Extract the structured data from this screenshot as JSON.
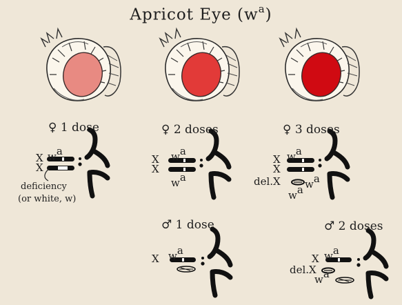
{
  "title": {
    "text": "Apricot Eye (w",
    "superscript": "a",
    "close": ")"
  },
  "eye_colors": [
    "#e88a82",
    "#e23a38",
    "#d00a12"
  ],
  "panels": [
    {
      "dose_label": "♀ 1 dose",
      "chromosomes": [
        "X",
        "X"
      ],
      "alleles": [
        "w",
        "a"
      ],
      "note": [
        "deficiency",
        "(or white, w)"
      ]
    },
    {
      "dose_label": "♀ 2 doses",
      "chromosomes": [
        "X",
        "X"
      ],
      "alleles_top": [
        "w",
        "a"
      ],
      "alleles_bottom": [
        "w",
        "a"
      ]
    },
    {
      "dose_label": "♀ 3 doses",
      "chromosomes": [
        "X",
        "X",
        "del.X"
      ],
      "alleles_top": [
        "w",
        "a"
      ],
      "alleles_mid": [
        "w",
        "a"
      ],
      "alleles_bottom": [
        "w",
        "a"
      ]
    },
    {
      "dose_label": "♂ 1 dose",
      "chromosomes": [
        "X"
      ],
      "alleles": [
        "w",
        "a"
      ]
    },
    {
      "dose_label": "♂ 2 doses",
      "chromosomes": [
        "X",
        "del.X"
      ],
      "alleles_top": [
        "w",
        "a"
      ],
      "alleles_bottom": [
        "w",
        "a"
      ]
    }
  ]
}
